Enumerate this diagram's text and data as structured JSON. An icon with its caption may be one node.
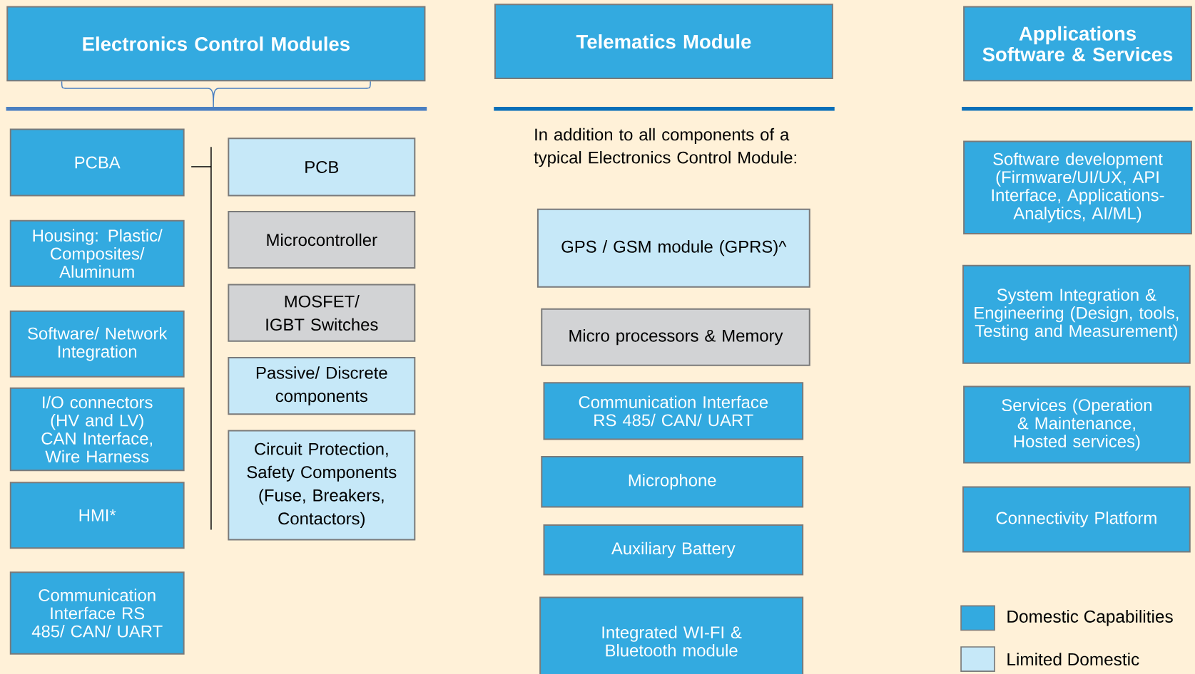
{
  "diagram": {
    "nodes": [
      {
        "text": [
          "Electronics Control Modules"
        ]
      },
      {
        "text": [
          "Telematics Module"
        ]
      },
      {
        "text": [
          "Applications Software & Services"
        ]
      },
      {
        "text": [
          "PCBA"
        ]
      },
      {
        "text": [
          "Housing: Plastic/ Composites/ Aluminum"
        ]
      },
      {
        "text": [
          "Software/ Network Integration"
        ]
      },
      {
        "text": [
          "I/O connectors (HV and LV) CAN Interface, Wire Harness"
        ]
      },
      {
        "text": [
          "HMI*"
        ]
      },
      {
        "text": [
          "Communication Interface RS 485/ CAN/ UART"
        ]
      },
      {
        "text": [
          "PCB"
        ]
      },
      {
        "text": [
          "Microcontroller"
        ]
      },
      {
        "text": [
          "MOSFET/ IGBT Switches"
        ]
      },
      {
        "text": [
          "Passive/ Discrete components"
        ]
      },
      {
        "text": [
          "Circuit Protection, Safety Components (Fuse, Breakers, Contactors)"
        ]
      },
      {
        "text": [
          "GPS / GSM module (GPRS)^"
        ]
      },
      {
        "text": [
          "Micro processors & Memory"
        ]
      },
      {
        "text": [
          "Communication Interface RS 485/ CAN/ UART"
        ]
      },
      {
        "text": [
          "Microphone"
        ]
      },
      {
        "text": [
          "Auxiliary Battery"
        ]
      },
      {
        "text": [
          "Integrated WI-FI & Bluetooth module"
        ]
      },
      {
        "text": [
          "Software development (Firmware/UI/UX, API Interface, Applications-Analytics, AI/ML)"
        ]
      },
      {
        "text": [
          "System Integration & Engineering (Design, tools, Testing and Measurement)"
        ]
      },
      {
        "text": [
          "Services (Operation & Maintenance, Hosted services)"
        ]
      },
      {
        "text": [
          "Connectivity Platform"
        ]
      }
    ],
    "labels": [
      "In addition to all components of a typical Electronics Control Module:"
    ],
    "legend": [
      {
        "text": "Domestic Capabilities",
        "color": "#33aae0"
      },
      {
        "text": "Limited Domestic",
        "color": "#c6e8f8"
      }
    ]
  }
}
